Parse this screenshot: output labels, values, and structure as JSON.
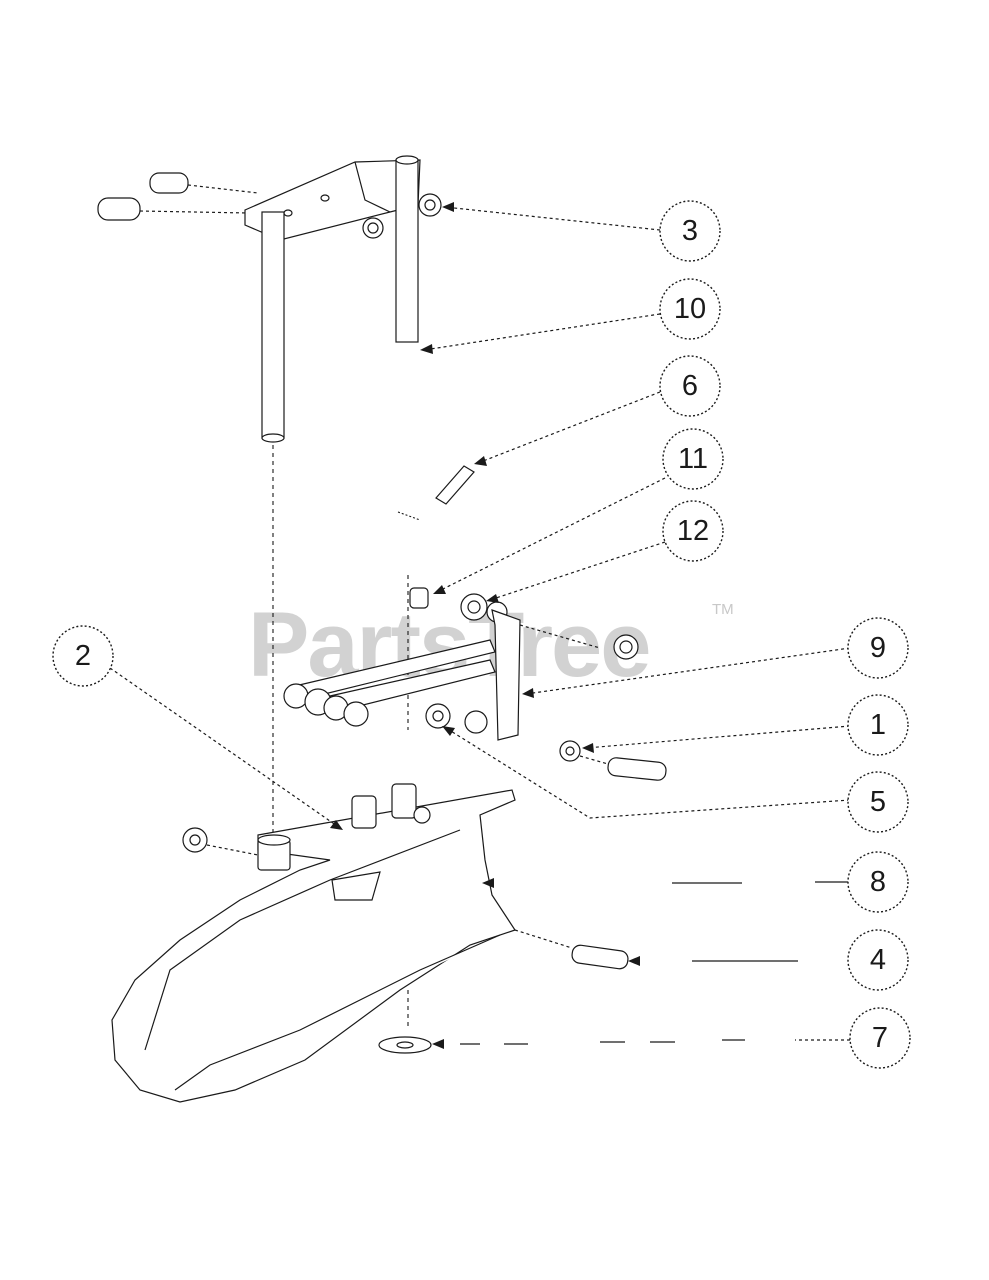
{
  "watermark": {
    "text": "PartsTree",
    "trademark": "TM"
  },
  "callouts": [
    {
      "id": "3",
      "label": "3"
    },
    {
      "id": "10",
      "label": "10"
    },
    {
      "id": "6",
      "label": "6"
    },
    {
      "id": "11",
      "label": "11"
    },
    {
      "id": "12",
      "label": "12"
    },
    {
      "id": "9",
      "label": "9"
    },
    {
      "id": "2",
      "label": "2"
    },
    {
      "id": "1",
      "label": "1"
    },
    {
      "id": "5",
      "label": "5"
    },
    {
      "id": "8",
      "label": "8"
    },
    {
      "id": "4",
      "label": "4"
    },
    {
      "id": "7",
      "label": "7"
    }
  ],
  "colors": {
    "line": "#1a1a1a",
    "watermark": "#d2d2d2",
    "background": "#ffffff"
  }
}
